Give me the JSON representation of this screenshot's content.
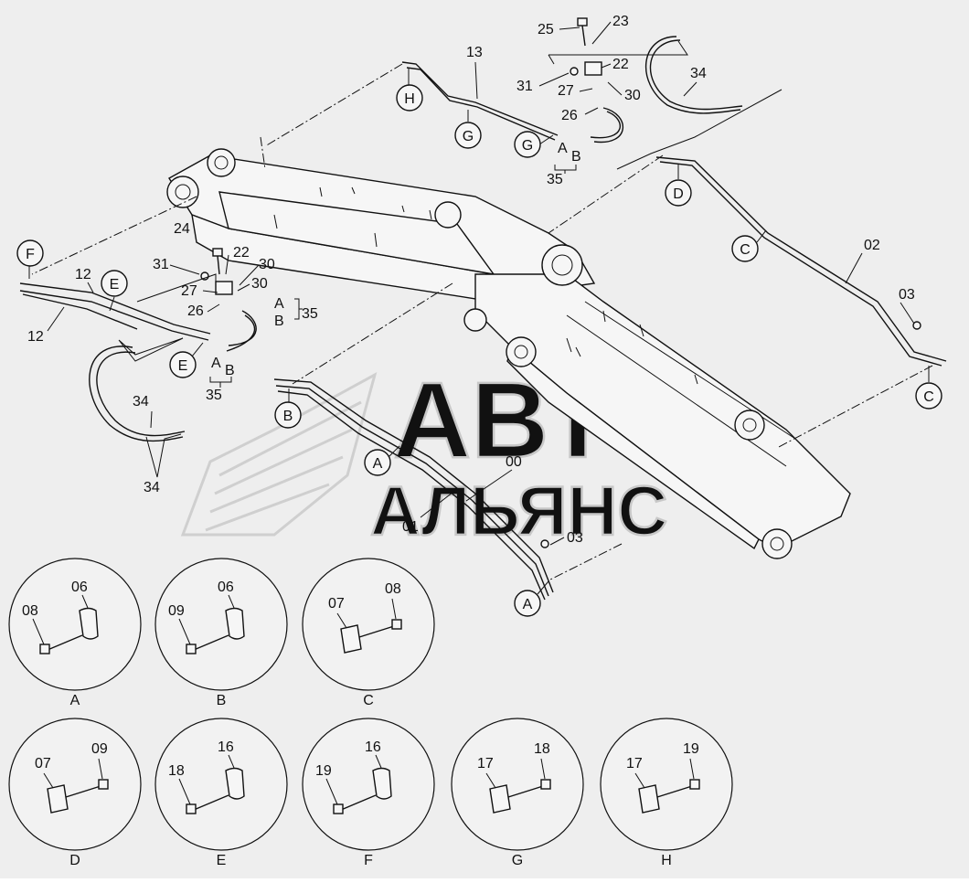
{
  "watermark": {
    "line1": "АВТО",
    "line2": "АЛЬЯНС"
  },
  "callouts": {
    "p00": "00",
    "p01": "01",
    "p02": "02",
    "p03a": "03",
    "p03b": "03",
    "p12a": "12",
    "p12b": "12",
    "p13": "13",
    "p22a": "22",
    "p22b": "22",
    "p23": "23",
    "p24": "24",
    "p25": "25",
    "p26a": "26",
    "p26b": "26",
    "p27a": "27",
    "p27b": "27",
    "p30a": "30",
    "p30b": "30",
    "p30c": "30",
    "p31a": "31",
    "p31b": "31",
    "p34a": "34",
    "p34b": "34",
    "p34c": "34",
    "p35a": "35",
    "p35b": "35",
    "p35c": "35"
  },
  "port_labels": {
    "a1": "A",
    "b1": "B",
    "a2": "A",
    "b2": "B",
    "a3": "A",
    "b3": "B"
  },
  "ref_markers": {
    "h1": "H",
    "g1": "G",
    "g2": "G",
    "d1": "D",
    "c1": "C",
    "c2": "C",
    "f1": "F",
    "e1": "E",
    "e2": "E",
    "b1": "B",
    "a1": "A",
    "a2": "A"
  },
  "details": [
    {
      "letter": "A",
      "part1": "06",
      "part2": "08"
    },
    {
      "letter": "B",
      "part1": "06",
      "part2": "09"
    },
    {
      "letter": "C",
      "part1": "07",
      "part2": "08"
    },
    {
      "letter": "D",
      "part1": "07",
      "part2": "09"
    },
    {
      "letter": "E",
      "part1": "16",
      "part2": "18"
    },
    {
      "letter": "F",
      "part1": "16",
      "part2": "19"
    },
    {
      "letter": "G",
      "part1": "17",
      "part2": "18"
    },
    {
      "letter": "H",
      "part1": "17",
      "part2": "19"
    }
  ]
}
